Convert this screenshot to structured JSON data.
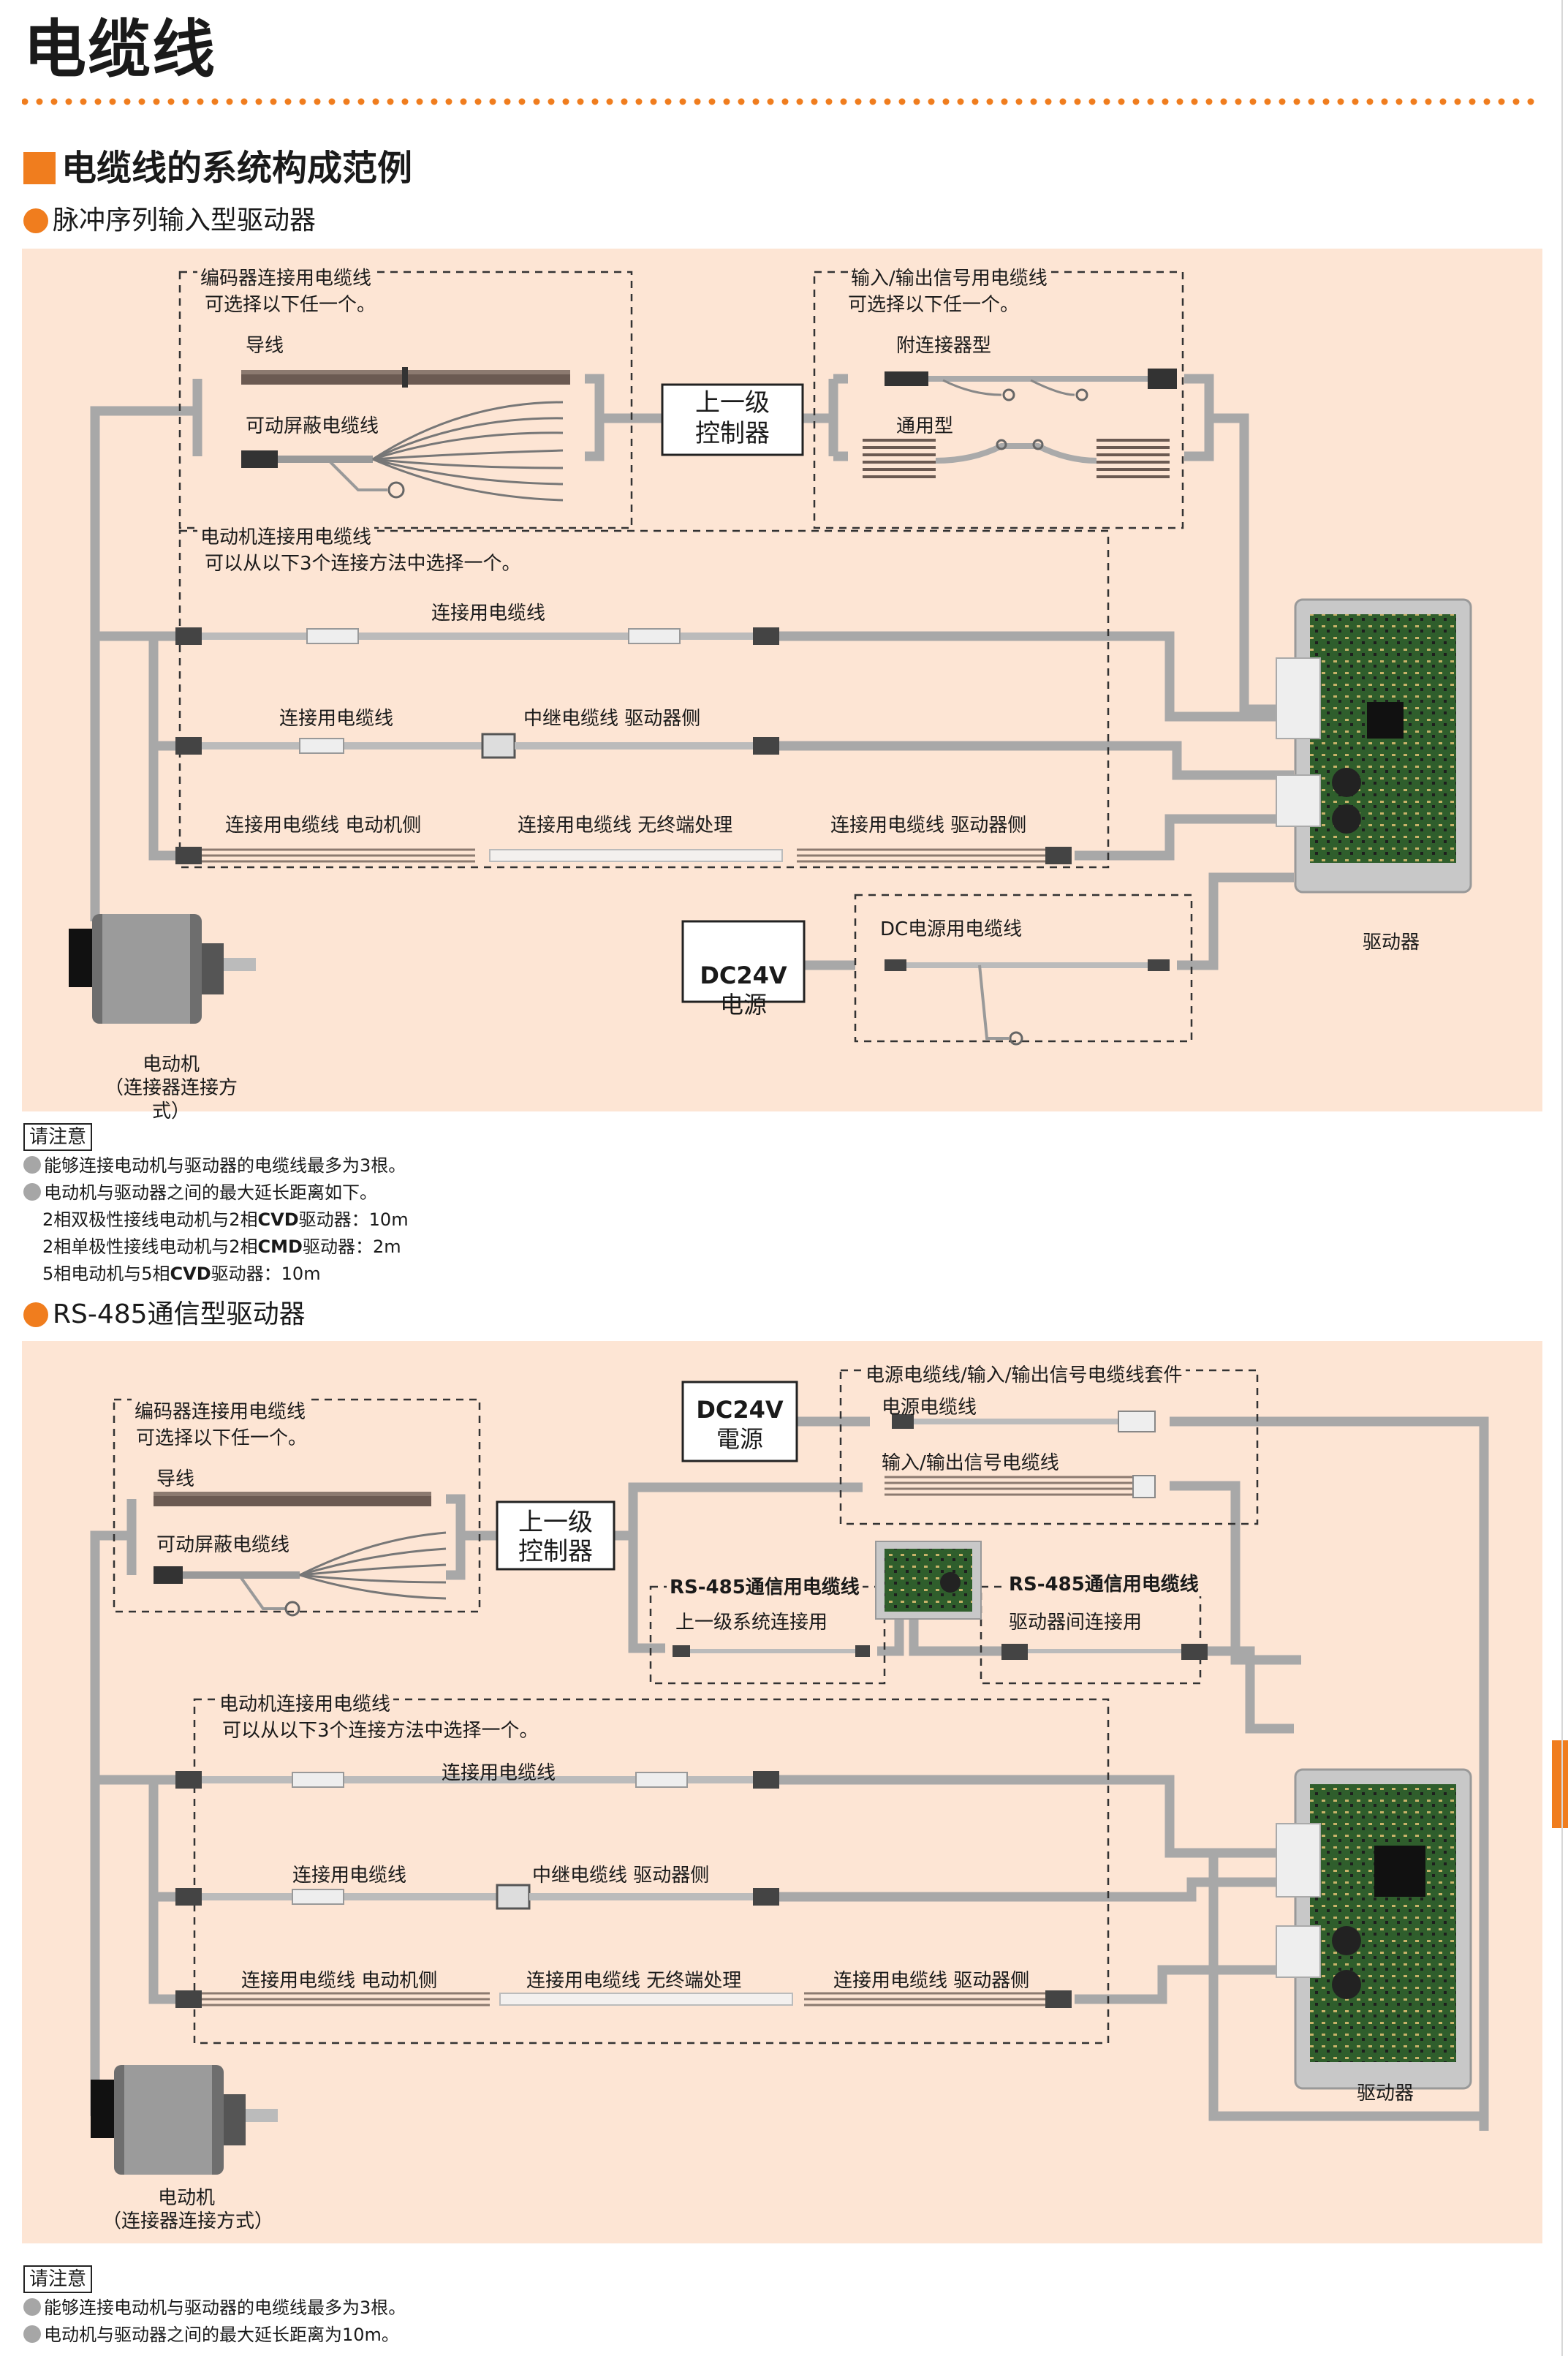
{
  "page": {
    "title": "电缆线",
    "section_title": "电缆线的系统构成范例"
  },
  "colors": {
    "accent": "#f07d1e",
    "panel": "#fde5d4",
    "wire": "#a8a8a8",
    "board": "#2c5a2a"
  },
  "diagram1": {
    "heading": "脉冲序列输入型驱动器",
    "encoder_group": {
      "title": "编码器连接用电缆线",
      "sub": "可选择以下任一个。",
      "items": [
        "导线",
        "可动屏蔽电缆线"
      ]
    },
    "controller": {
      "line1": "上一级",
      "line2": "控制器"
    },
    "io_group": {
      "title": "输入/输出信号用电缆线",
      "sub": "可选择以下任一个。",
      "items": [
        "附连接器型",
        "通用型"
      ]
    },
    "motor_group": {
      "title": "电动机连接用电缆线",
      "sub": "可以从以下3个连接方法中选择一个。",
      "row1": [
        "连接用电缆线"
      ],
      "row2": [
        "连接用电缆线",
        "中继电缆线 驱动器侧"
      ],
      "row3": [
        "连接用电缆线 电动机侧",
        "连接用电缆线 无终端处理",
        "连接用电缆线 驱动器侧"
      ]
    },
    "power": {
      "line1": "DC24V",
      "line2": "电源"
    },
    "power_group": {
      "title": "DC电源用电缆线"
    },
    "driver_label": "驱动器",
    "motor_label": {
      "line1": "电动机",
      "line2": "（连接器连接方式）"
    }
  },
  "notes1": {
    "tag": "请注意",
    "items": [
      "能够连接电动机与驱动器的电缆线最多为3根。",
      "电动机与驱动器之间的最大延长距离如下。"
    ],
    "details": [
      {
        "pre": "2相双极性接线电动机与2相",
        "bold": "CVD",
        "post": "驱动器：10m"
      },
      {
        "pre": "2相单极性接线电动机与2相",
        "bold": "CMD",
        "post": "驱动器：2m"
      },
      {
        "pre": "5相电动机与5相",
        "bold": "CVD",
        "post": "驱动器：10m"
      }
    ]
  },
  "diagram2": {
    "heading": "RS-485通信型驱动器",
    "power": {
      "line1": "DC24V",
      "line2": "電源"
    },
    "kit_group": {
      "title": "电源电缆线/输入/输出信号电缆线套件",
      "items": [
        "电源电缆线",
        "输入/输出信号电缆线"
      ]
    },
    "encoder_group": {
      "title": "编码器连接用电缆线",
      "sub": "可选择以下任一个。",
      "items": [
        "导线",
        "可动屏蔽电缆线"
      ]
    },
    "controller": {
      "line1": "上一级",
      "line2": "控制器"
    },
    "rs485_left": {
      "title": "RS-485通信用电缆线",
      "sub": "上一级系统连接用"
    },
    "rs485_right": {
      "title": "RS-485通信用电缆线",
      "sub": "驱动器间连接用"
    },
    "motor_group": {
      "title": "电动机连接用电缆线",
      "sub": "可以从以下3个连接方法中选择一个。",
      "row1": [
        "连接用电缆线"
      ],
      "row2": [
        "连接用电缆线",
        "中继电缆线 驱动器侧"
      ],
      "row3": [
        "连接用电缆线 电动机侧",
        "连接用电缆线 无终端处理",
        "连接用电缆线 驱动器侧"
      ]
    },
    "driver_label": "驱动器",
    "motor_label": {
      "line1": "电动机",
      "line2": "（连接器连接方式）"
    }
  },
  "notes2": {
    "tag": "请注意",
    "items": [
      "能够连接电动机与驱动器的电缆线最多为3根。",
      "电动机与驱动器之间的最大延长距离为10m。"
    ]
  }
}
